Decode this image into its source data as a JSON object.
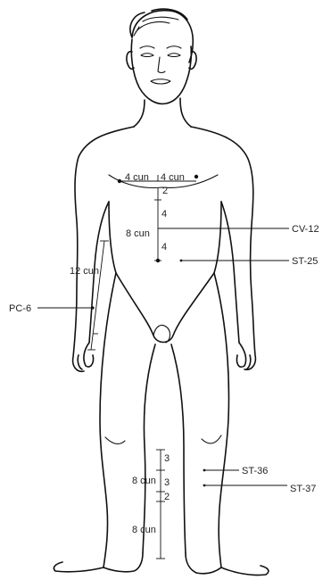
{
  "diagram": {
    "labels": {
      "chest_left": "4 cun",
      "chest_right": "4 cun",
      "chest_below": "2",
      "abd_top": "4",
      "abd_total": "8 cun",
      "abd_bottom": "4",
      "forearm": "12 cun",
      "leg_a": "3",
      "leg_total": "8 cun",
      "leg_b": "3",
      "leg_c": "2",
      "leg_lower": "8 cun"
    },
    "acupoints": {
      "cv12": "CV-12",
      "st25": "ST-25",
      "pc6": "PC-6",
      "st36": "ST-36",
      "st37": "ST-37"
    }
  }
}
